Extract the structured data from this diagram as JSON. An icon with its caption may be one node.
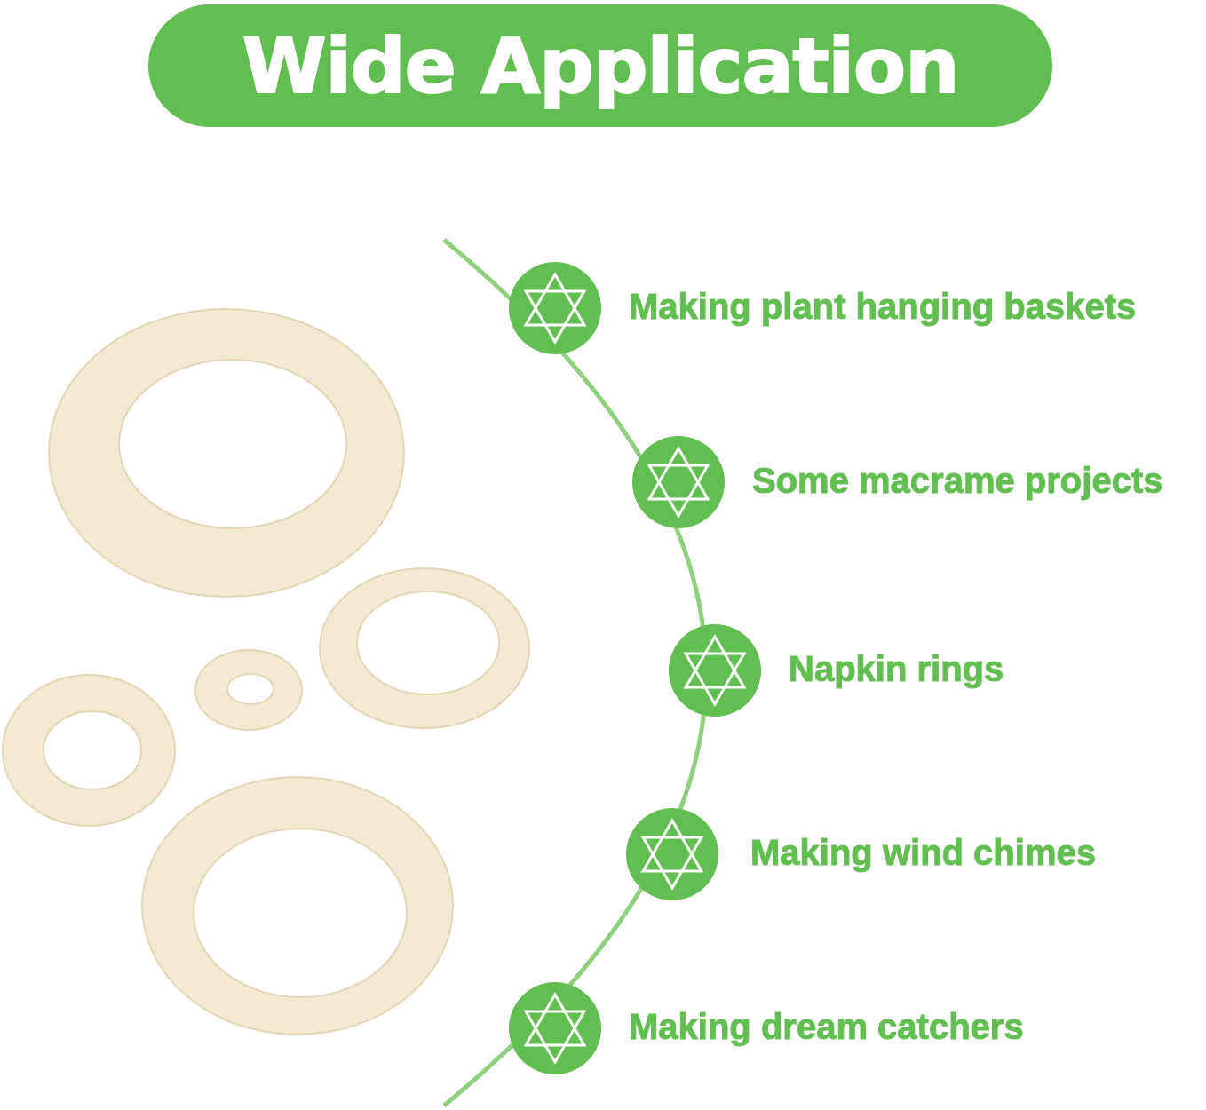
{
  "diagram": {
    "title": "Wide Application",
    "labels": [
      "Making plant hanging baskets",
      "Some macrame projects",
      "Napkin rings",
      "Making wind chimes",
      "Making dream catchers"
    ]
  }
}
